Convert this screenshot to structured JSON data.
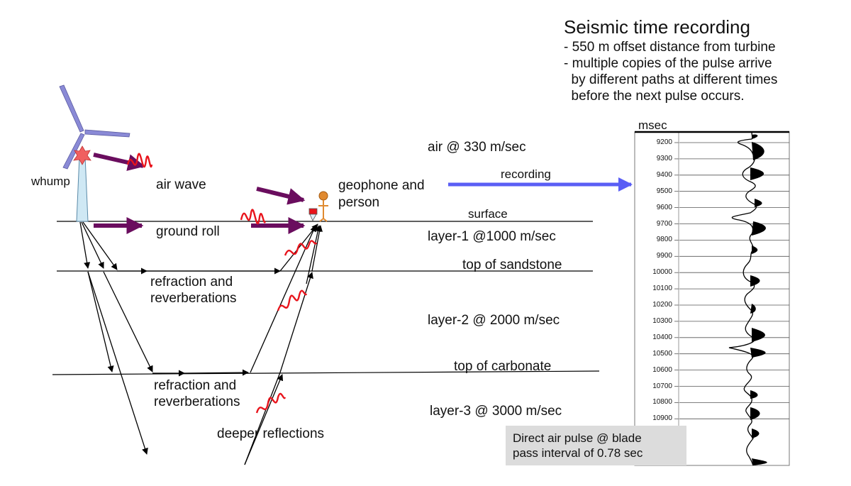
{
  "title": "Seismic time recording",
  "notes": [
    "- 550  m offset distance from turbine",
    "- multiple copies of the pulse arrive",
    "  by different paths at different times",
    "  before the next pulse occurs."
  ],
  "labels": {
    "whump": "whump",
    "air_wave": "air wave",
    "ground_roll": "ground roll",
    "geophone_1": "geophone and",
    "geophone_2": "person",
    "air_speed": "air @ 330 m/sec",
    "recording": "recording",
    "surface": "surface",
    "layer1": "layer-1 @1000 m/sec",
    "top_sandstone": "top of sandstone",
    "refraction1_a": "refraction and",
    "refraction1_b": "reverberations",
    "layer2": "layer-2 @ 2000 m/sec",
    "top_carbonate": "top of carbonate",
    "refraction2_a": "refraction and",
    "refraction2_b": "reverberations",
    "layer3": "layer-3 @ 3000 m/sec",
    "deeper": "deeper reflections"
  },
  "trace": {
    "unit": "msec",
    "ticks": [
      "9200",
      "9300",
      "9400",
      "9500",
      "9600",
      "9700",
      "9800",
      "9900",
      "10000",
      "10100",
      "10200",
      "10300",
      "10400",
      "10500",
      "10600",
      "10700",
      "10800",
      "10900"
    ]
  },
  "callout": {
    "line1": "Direct air pulse @ blade",
    "line2": "pass interval of 0.78 sec"
  },
  "colors": {
    "arrow_purple": "#6a0d5e",
    "wave_red": "#e8141c",
    "recording_blue": "#5a5ef5",
    "blade_blue": "#8a8ad6",
    "tower_blue": "#cfe8f4",
    "hub_red": "#f06060",
    "person_orange": "#e08a30"
  }
}
